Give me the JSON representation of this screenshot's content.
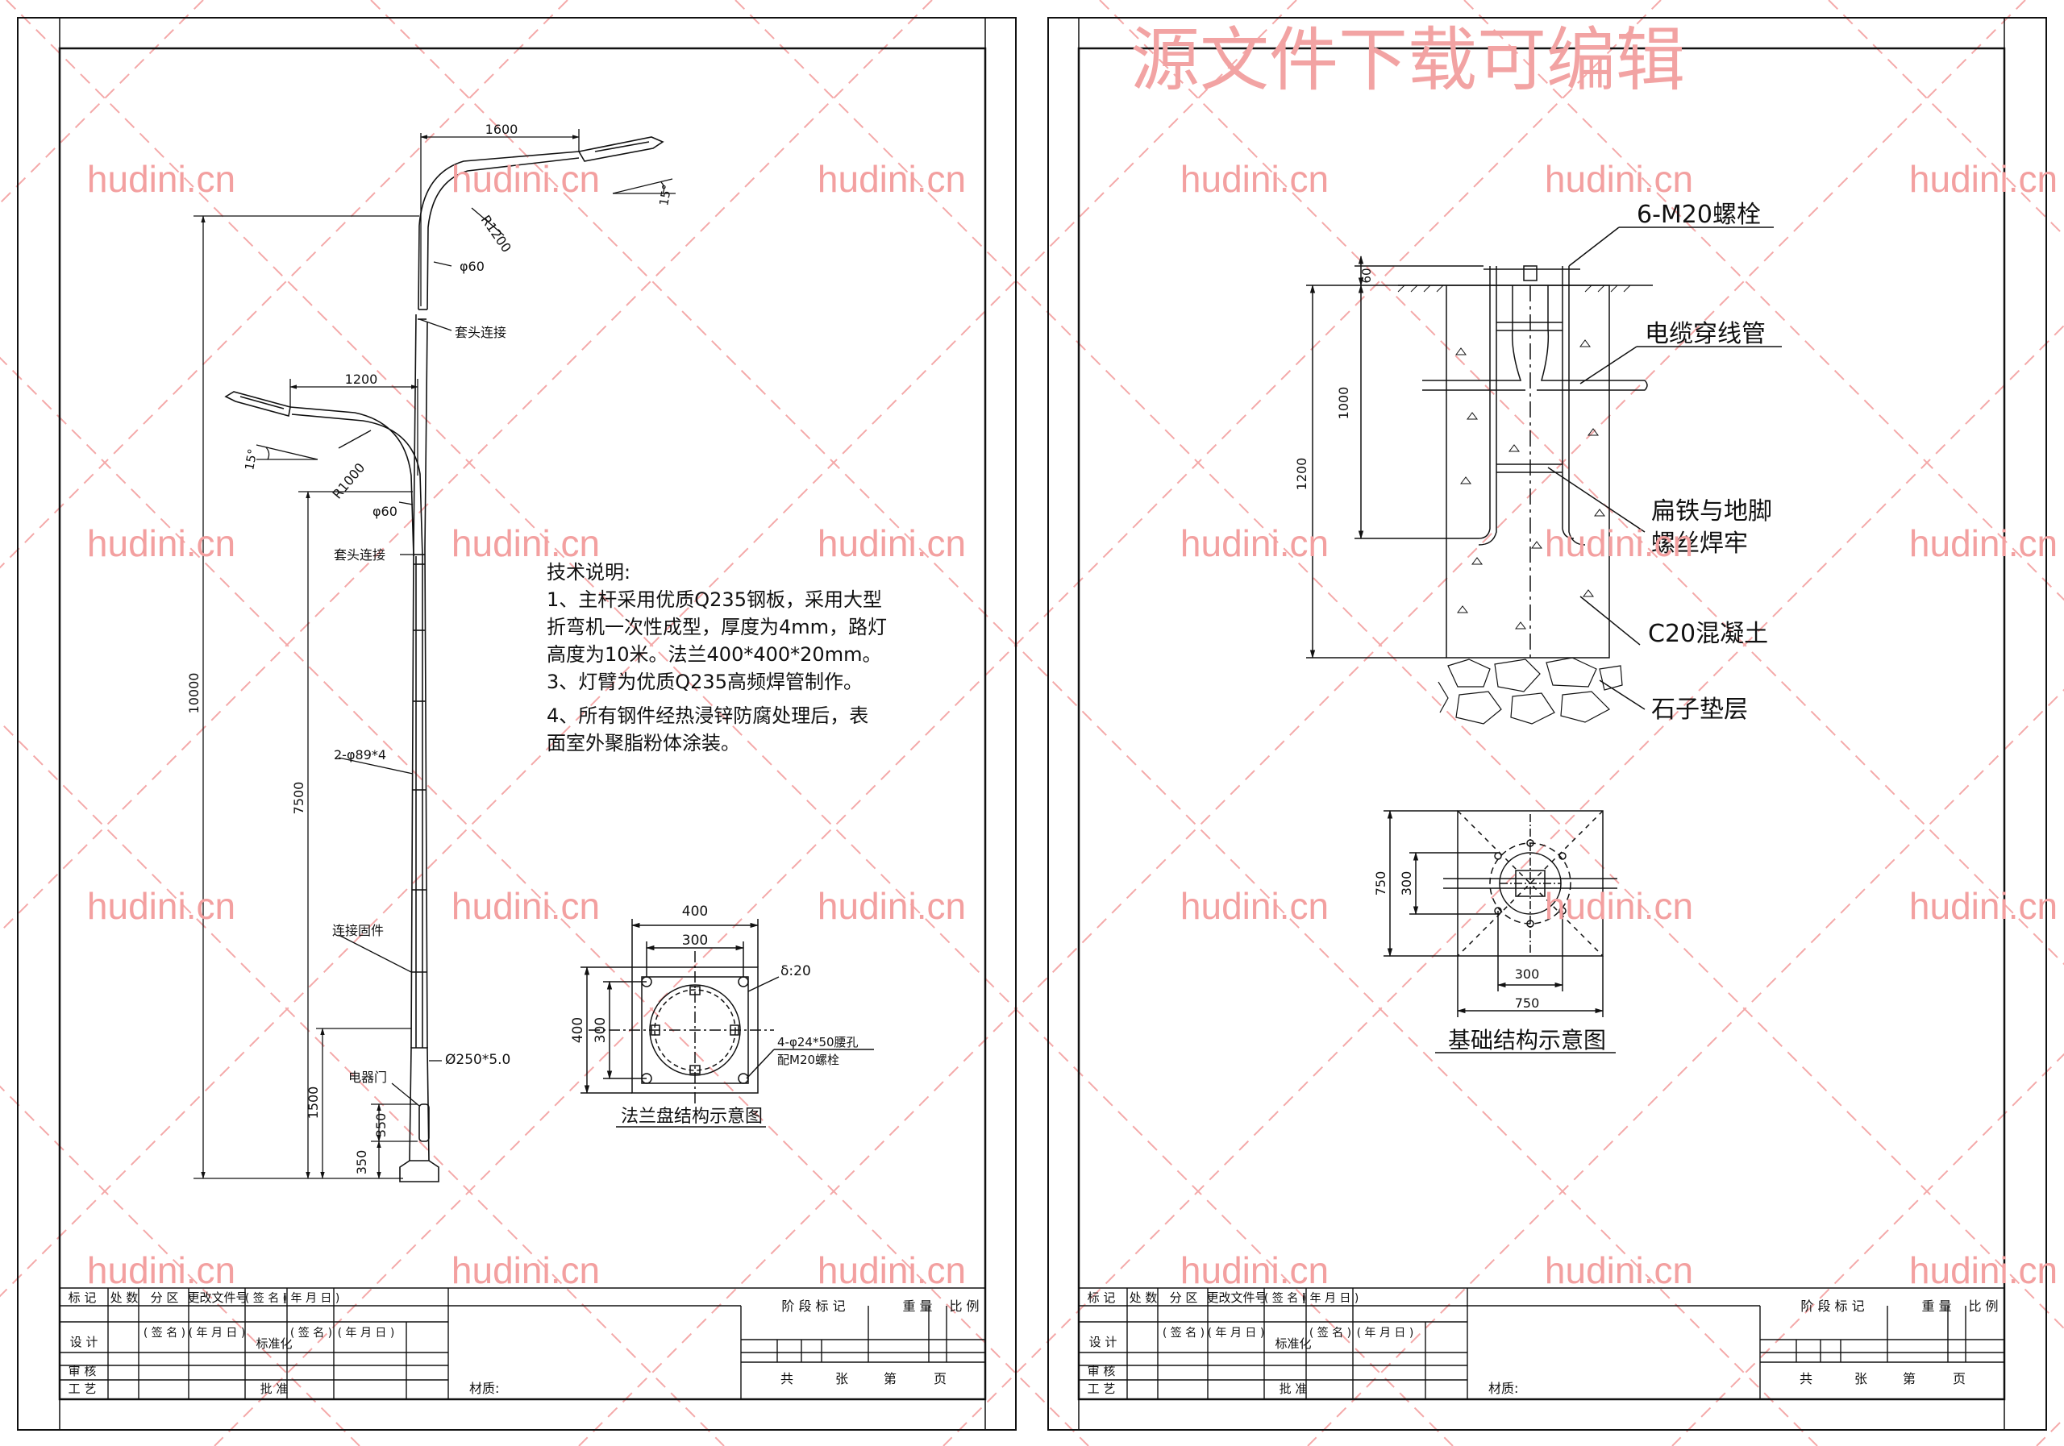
{
  "watermark": {
    "text": "hudini.cn",
    "banner": "源文件下载可编辑",
    "color": "#f3a0a0"
  },
  "pole_drawing": {
    "dims": {
      "upper_arm_reach": "1600",
      "upper_arm_angle": "15°",
      "upper_arm_radius": "R1200",
      "upper_arm_dia": "φ60",
      "lower_arm_reach": "1200",
      "lower_arm_angle": "15°",
      "lower_arm_radius": "R1000",
      "lower_arm_dia": "φ60",
      "total_height": "10000",
      "secondary_height": "7500",
      "door_height": "1500",
      "door_size": "350",
      "base_size": "350",
      "base_tube": "Ø250*5.0"
    },
    "labels": {
      "sleeve_joint_upper": "套头连接",
      "sleeve_joint_lower": "套头连接",
      "pipe_spec": "2-φ89*4",
      "connector": "连接固件",
      "door": "电器门"
    }
  },
  "tech_notes": {
    "title": "技术说明:",
    "lines": [
      "1、主杆采用优质Q235钢板，采用大型",
      "折弯机一次性成型，厚度为4mm，路灯",
      "高度为10米。法兰400*400*20mm。",
      "3、灯臂为优质Q235高频焊管制作。",
      "4、所有钢件经热浸锌防腐处理后，表",
      "面室外聚脂粉体涂装。"
    ]
  },
  "flange": {
    "outer": "400",
    "inner": "300",
    "outer_v": "400",
    "inner_v": "300",
    "thickness": "δ:20",
    "holes": "4-φ24*50腰孔",
    "bolts": "配M20螺栓",
    "caption": "法兰盘结构示意图"
  },
  "foundation": {
    "bolts": "6-M20螺栓",
    "conduit": "电缆穿线管",
    "weld_1": "扁铁与地脚",
    "weld_2": "螺丝焊牢",
    "concrete": "C20混凝土",
    "gravel": "石子垫层",
    "dim_top": "60",
    "dim_anchor": "1000",
    "dim_depth": "1200",
    "plan_outer_v": "750",
    "plan_inner_v": "300",
    "plan_inner_h": "300",
    "plan_outer_h": "750",
    "caption": "基础结构示意图"
  },
  "title_block": {
    "mark": "标 记",
    "count": "处 数",
    "zone": "分 区",
    "change_doc": "更改文件号",
    "sign": "( 签 名 )",
    "date": "( 年 月 日 )",
    "design": "设 计",
    "standard": "标准化",
    "review": "审 核",
    "process": "工 艺",
    "approve": "批 准",
    "material": "材质:",
    "stage_mark": "阶 段 标 记",
    "weight": "重 量",
    "scale": "比 例",
    "total": "共",
    "sheets": "张",
    "page_no": "第",
    "page": "页"
  }
}
